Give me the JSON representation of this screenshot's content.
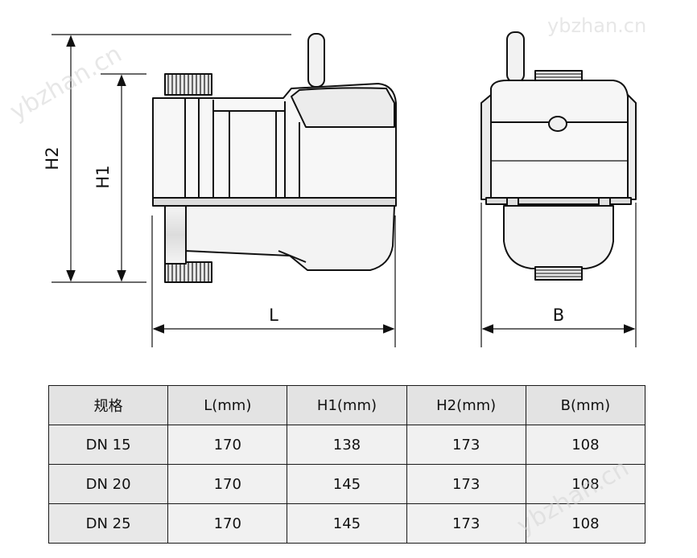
{
  "watermark": {
    "text": "ybzhan.cn",
    "color": "#d4d4d4"
  },
  "drawing": {
    "labels": {
      "h2": "H2",
      "h1": "H1",
      "l": "L",
      "b": "B"
    }
  },
  "table": {
    "headers": [
      "规格",
      "L(mm)",
      "H1(mm)",
      "H2(mm)",
      "B(mm)"
    ],
    "rows": [
      [
        "DN 15",
        "170",
        "138",
        "173",
        "108"
      ],
      [
        "DN 20",
        "170",
        "145",
        "173",
        "108"
      ],
      [
        "DN 25",
        "170",
        "145",
        "173",
        "108"
      ]
    ]
  }
}
